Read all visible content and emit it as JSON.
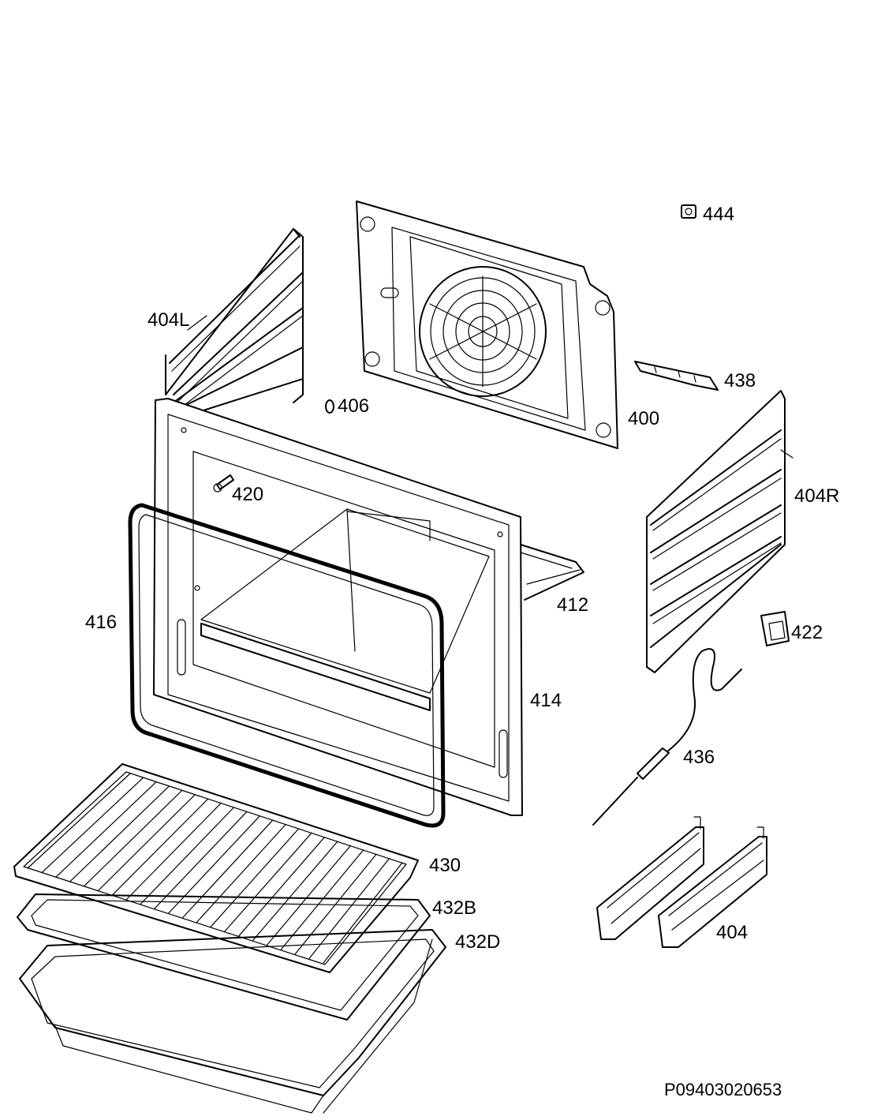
{
  "labels": {
    "p444": "444",
    "p404L": "404L",
    "p438": "438",
    "p406": "406",
    "p400": "400",
    "p404R": "404R",
    "p420": "420",
    "p412": "412",
    "p416": "416",
    "p422": "422",
    "p414": "414",
    "p436": "436",
    "p430": "430",
    "p432B": "432B",
    "p432D": "432D",
    "p404": "404"
  },
  "drawing_code": "P09403020653"
}
